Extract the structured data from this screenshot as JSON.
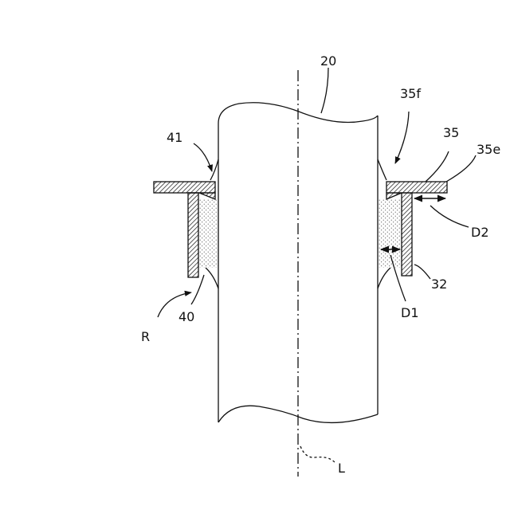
{
  "labels": {
    "shaft": "20",
    "fillet_left": "41",
    "flange_tip": "35f",
    "flange": "35",
    "flange_end": "35e",
    "distance_d2": "D2",
    "tube": "32",
    "distance_d1": "D1",
    "adhesive": "40",
    "region": "R",
    "axis": "L"
  },
  "colors": {
    "stroke": "#111111",
    "background": "#ffffff"
  }
}
